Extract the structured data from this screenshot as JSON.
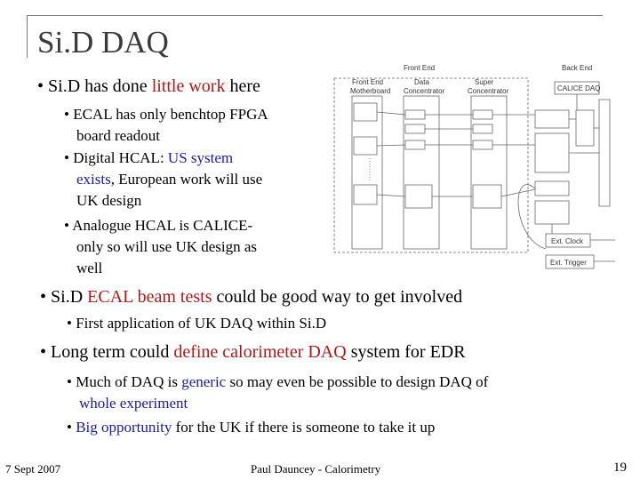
{
  "slide": {
    "title": "Si.D DAQ",
    "b1": {
      "pre": "Si.D has done ",
      "hl": "little work",
      "post": " here"
    },
    "b1_subs": [
      {
        "lines": [
          "ECAL has only benchtop FPGA",
          "board readout"
        ]
      },
      {
        "l1_pre": "Digital HCAL: ",
        "l1_hl": "US system",
        "l2_hl": "exists",
        "l2_post": ", European work will use",
        "l3": "UK design"
      },
      {
        "lines": [
          "Analogue HCAL is CALICE-",
          "only so will use UK design as",
          "well"
        ]
      }
    ],
    "b2": {
      "pre": "Si.D ",
      "hl": "ECAL beam tests",
      "post": " could be good way to get involved"
    },
    "b2_sub": "First application of UK DAQ within Si.D",
    "b3": {
      "pre": "Long term could ",
      "hl": "define calorimeter DAQ",
      "post": " system for EDR"
    },
    "b3_subs": [
      {
        "l1_pre": "Much of DAQ is ",
        "l1_hl": "generic",
        "l1_post": " so may even be possible to design DAQ of",
        "l2_hl": "whole experiment"
      },
      {
        "hl": "Big opportunity",
        "post": " for the UK if there is someone to take it up"
      }
    ]
  },
  "footer": {
    "date": "7 Sept 2007",
    "author": "Paul Dauncey - Calorimetry",
    "page": "19"
  },
  "diagram": {
    "front_end": "Front End",
    "back_end": "Back End",
    "fe_motherboard": [
      "Front End",
      "Motherboard"
    ],
    "data_concentrator": [
      "Data",
      "Concentrator"
    ],
    "super_concentrator": [
      "Super",
      "Concentrator"
    ],
    "calice_daq": "CALICE DAQ",
    "ext_clock": "Ext. Clock",
    "ext_trigger": "Ext. Trigger"
  }
}
